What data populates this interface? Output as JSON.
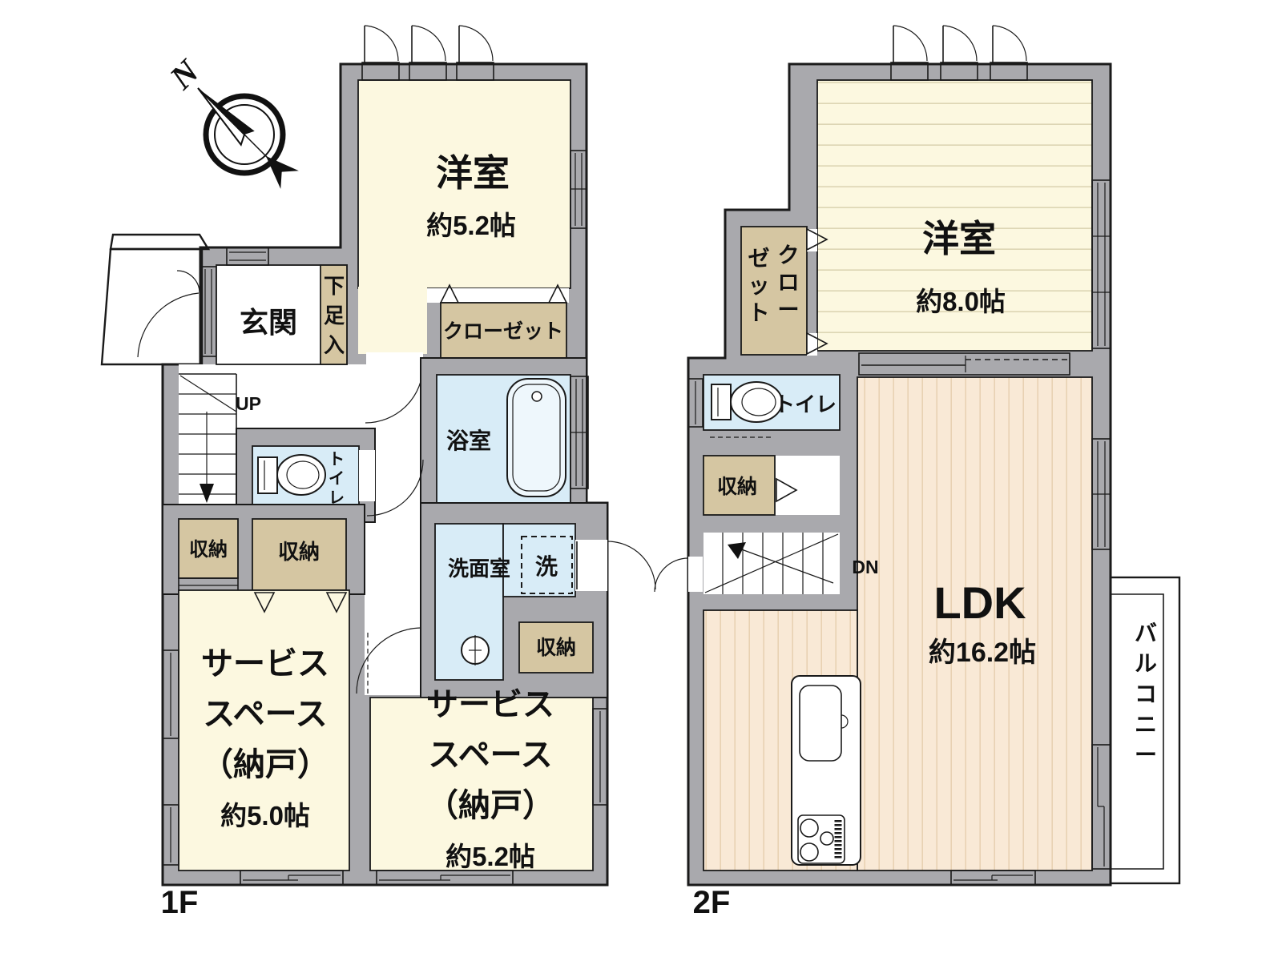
{
  "compass": {
    "north_label": "N"
  },
  "colors": {
    "wall": "#a9a9ad",
    "outline": "#1a1a1a",
    "room_cream": "#fcf8e0",
    "wet_area_blue": "#d8ecf7",
    "storage_tan": "#d5c6a2",
    "ldk_peach": "#f9e9d6",
    "ldk_stripe": "#e7d0b0",
    "room_stripe": "#ddd6b4"
  },
  "floor1": {
    "label": "1F",
    "western_room": {
      "name": "洋室",
      "size": "約5.2帖"
    },
    "entrance": {
      "name": "玄関"
    },
    "shoe_storage": {
      "name": "下足入"
    },
    "closet": {
      "name": "クローゼット"
    },
    "bathroom": {
      "name": "浴室"
    },
    "toilet": {
      "name": "トイレ"
    },
    "washroom": {
      "name": "洗面室"
    },
    "washer": {
      "name": "洗"
    },
    "stairs": {
      "label": "UP"
    },
    "storage_a": {
      "name": "収納"
    },
    "storage_b": {
      "name": "収納"
    },
    "storage_c": {
      "name": "収納"
    },
    "service_room_a": {
      "lines": [
        "サービス",
        "スペース",
        "（納戸）",
        "約5.0帖"
      ]
    },
    "service_room_b": {
      "lines": [
        "サービス",
        "スペース",
        "（納戸）",
        "約5.2帖"
      ]
    }
  },
  "floor2": {
    "label": "2F",
    "western_room": {
      "name": "洋室",
      "size": "約8.0帖"
    },
    "closet": {
      "columns": [
        "クロー",
        "ゼット"
      ]
    },
    "toilet": {
      "name": "トイレ"
    },
    "storage": {
      "name": "収納"
    },
    "stairs": {
      "label": "DN"
    },
    "ldk": {
      "name": "LDK",
      "size": "約16.2帖"
    },
    "balcony": {
      "name": "バルコニー"
    }
  }
}
